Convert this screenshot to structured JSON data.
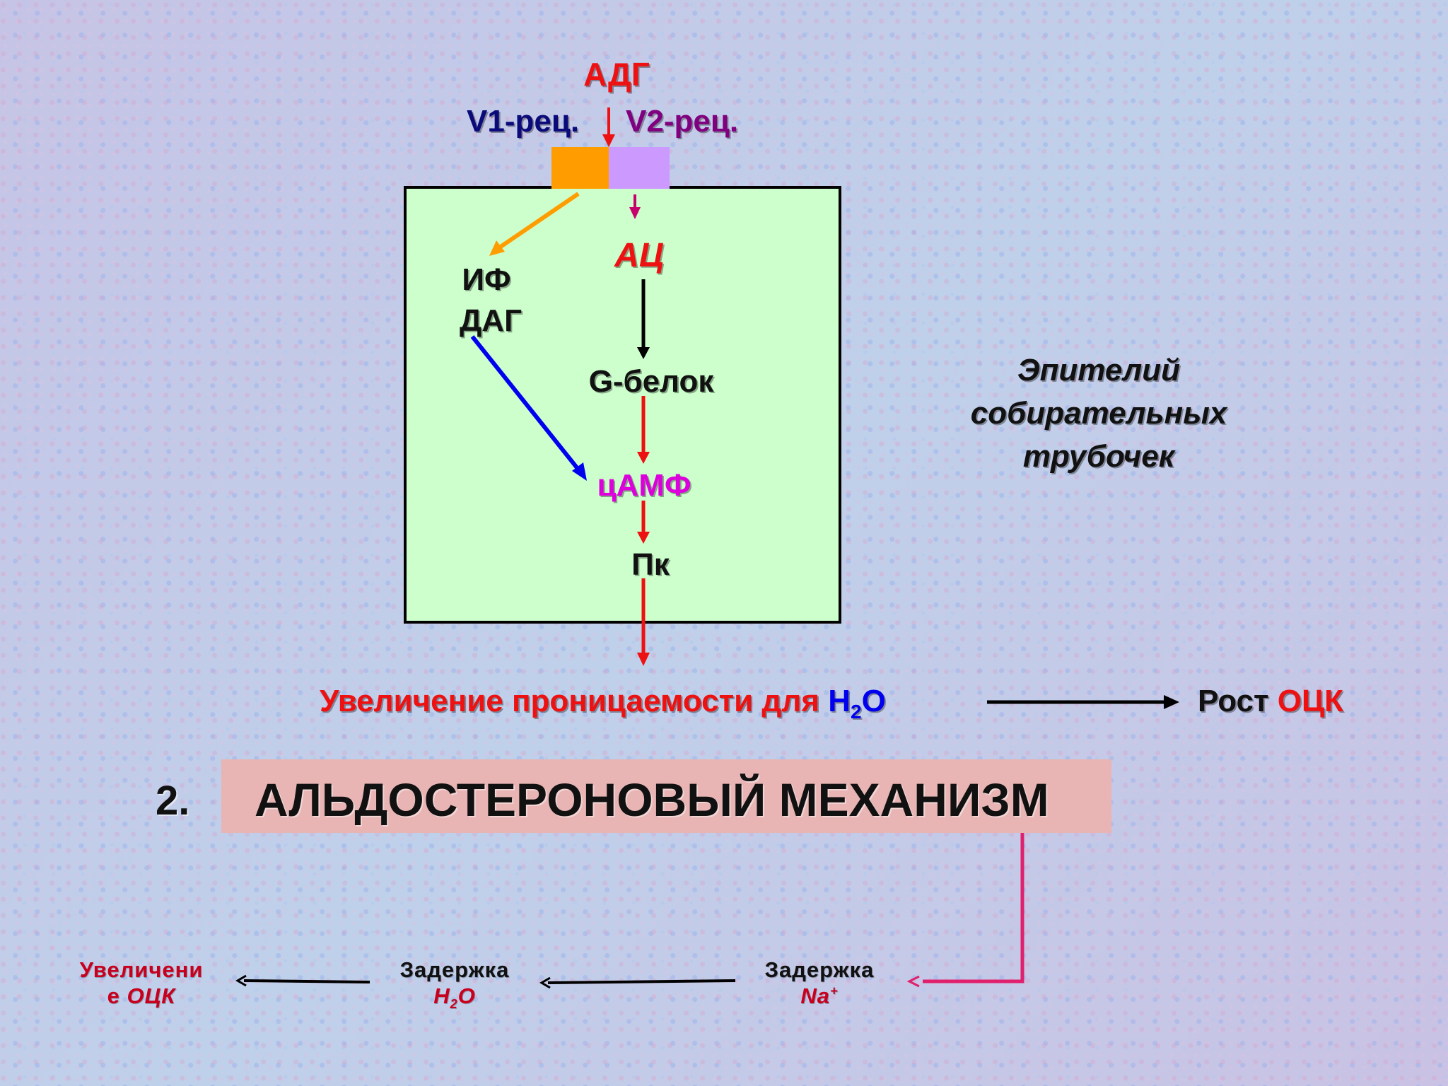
{
  "colors": {
    "red": "#ee1111",
    "navy": "#0a0a7a",
    "purple": "#800080",
    "blue": "#0000ee",
    "magenta": "#dd00dd",
    "crimson": "#c8001e",
    "orange": "#ff9d00",
    "lavender": "#cc99ff",
    "cell_fill": "#ccffcc",
    "title_bar": "#e8b4b4",
    "pink_line": "#e0206c"
  },
  "hormone": "АДГ",
  "receptors": {
    "v1": "V1-рец.",
    "v2": "V2-рец."
  },
  "cell": {
    "if_line": "ИФ",
    "dag_line": "ДАГ",
    "ac": "АЦ",
    "g_protein": "G-белок",
    "camp": "цАМФ",
    "pk": "Пк"
  },
  "epithelium": {
    "line1": "Эпителий",
    "line2": "собирательных",
    "line3": "трубочек"
  },
  "permeability": {
    "text": "Увеличение проницаемости для ",
    "h": "H",
    "sub": "2",
    "o": "O"
  },
  "result": {
    "rost": "Рост ",
    "ock": "ОЦК"
  },
  "section": {
    "number": "2.",
    "title": "АЛЬДОСТЕРОНОВЫЙ МЕХАНИЗМ"
  },
  "chain": {
    "na_label": "Задержка",
    "na_ion": "Na",
    "na_sup": "+",
    "water_label": "Задержка",
    "water_h": "H",
    "water_sub": "2",
    "water_o": "O",
    "increase_line1": "Увеличени",
    "increase_line2_a": "е",
    "increase_line2_b": " ОЦК"
  }
}
